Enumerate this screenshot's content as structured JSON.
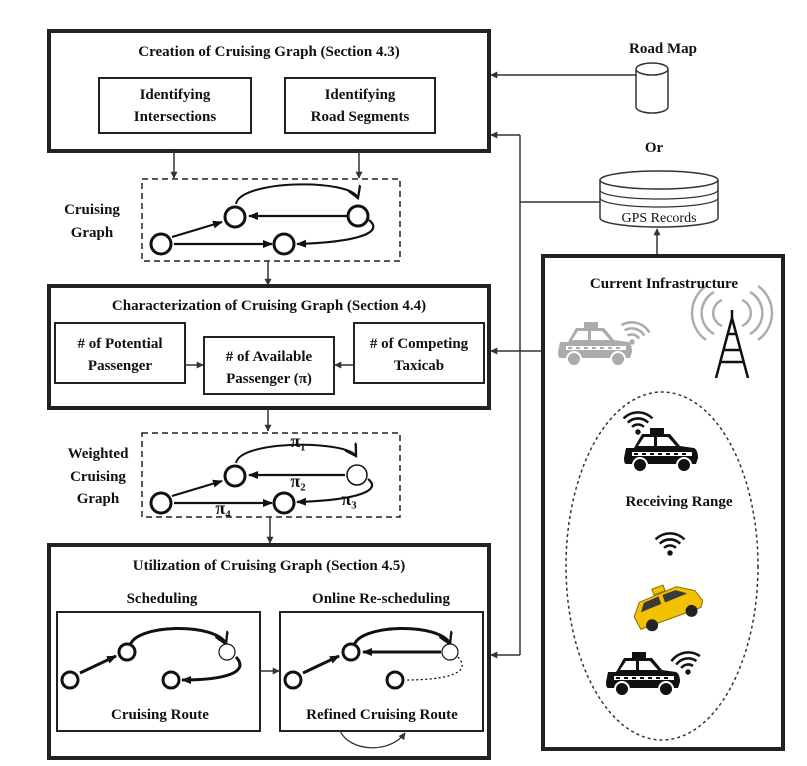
{
  "creation": {
    "title": "Creation of Cruising Graph (Section 4.3)",
    "box1_line1": "Identifying",
    "box1_line2": "Intersections",
    "box2_line1": "Identifying",
    "box2_line2": "Road Segments"
  },
  "cruising_graph_label": {
    "line1": "Cruising",
    "line2": "Graph"
  },
  "characterization": {
    "title": "Characterization of Cruising Graph (Section 4.4)",
    "potential_line1": "# of Potential",
    "potential_line2": "Passenger",
    "available_line1": "# of Available",
    "available_line2": "Passenger (π)",
    "competing_line1": "# of Competing",
    "competing_line2": "Taxicab"
  },
  "weighted_label": {
    "line1": "Weighted",
    "line2": "Cruising",
    "line3": "Graph"
  },
  "pi_labels": {
    "pi1": "π₁",
    "pi2": "π₂",
    "pi3": "π₃",
    "pi4": "π₄"
  },
  "utilization": {
    "title": "Utilization of Cruising Graph  (Section 4.5)",
    "scheduling": "Scheduling",
    "online": "Online Re-scheduling",
    "cruising_route": "Cruising Route",
    "refined_route": "Refined Cruising Route"
  },
  "sources": {
    "road_map": "Road Map",
    "or": "Or",
    "gps": "GPS Records"
  },
  "infrastructure": {
    "title": "Current Infrastructure",
    "receiving_range": "Receiving Range"
  },
  "colors": {
    "taxi_yellow": "#f2c200",
    "faded": "#b8b8b8"
  }
}
